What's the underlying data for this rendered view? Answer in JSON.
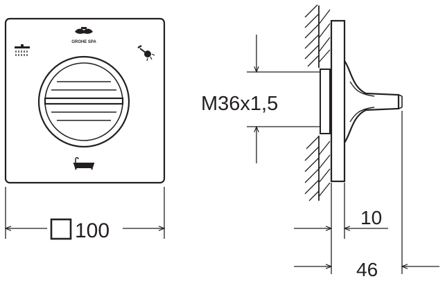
{
  "drawing": {
    "brand_text": "GROHE SPA",
    "thread_label": "M36x1,5",
    "width_label": "100",
    "depth_small_label": "10",
    "depth_total_label": "46",
    "icons": [
      "shower-head-overhead-icon",
      "hand-shower-icon",
      "bathtub-icon",
      "grohe-logo-icon",
      "square-symbol-icon"
    ],
    "colors": {
      "line": "#231f20",
      "background": "#ffffff"
    }
  }
}
